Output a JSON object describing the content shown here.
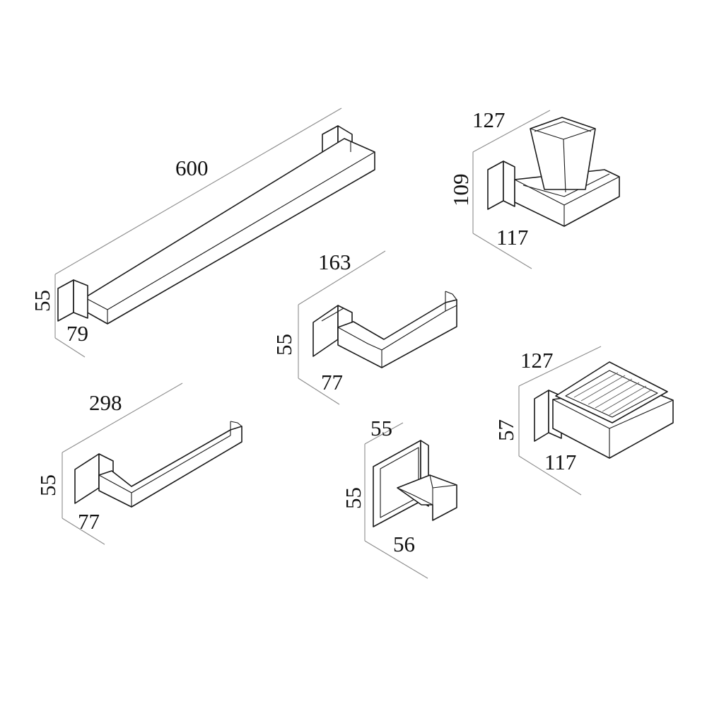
{
  "products": [
    {
      "name": "towel-bar",
      "dims": {
        "length": "600",
        "height": "55",
        "depth": "79"
      }
    },
    {
      "name": "tumbler-holder",
      "dims": {
        "width": "127",
        "height": "109",
        "depth": "117"
      }
    },
    {
      "name": "paper-holder",
      "dims": {
        "length": "163",
        "height": "55",
        "depth": "77"
      }
    },
    {
      "name": "towel-ring-bar",
      "dims": {
        "length": "298",
        "height": "55",
        "depth": "77"
      }
    },
    {
      "name": "robe-hook",
      "dims": {
        "width": "55",
        "height": "55",
        "depth": "56"
      }
    },
    {
      "name": "soap-dish",
      "dims": {
        "width": "127",
        "height": "57",
        "depth": "117"
      }
    }
  ]
}
